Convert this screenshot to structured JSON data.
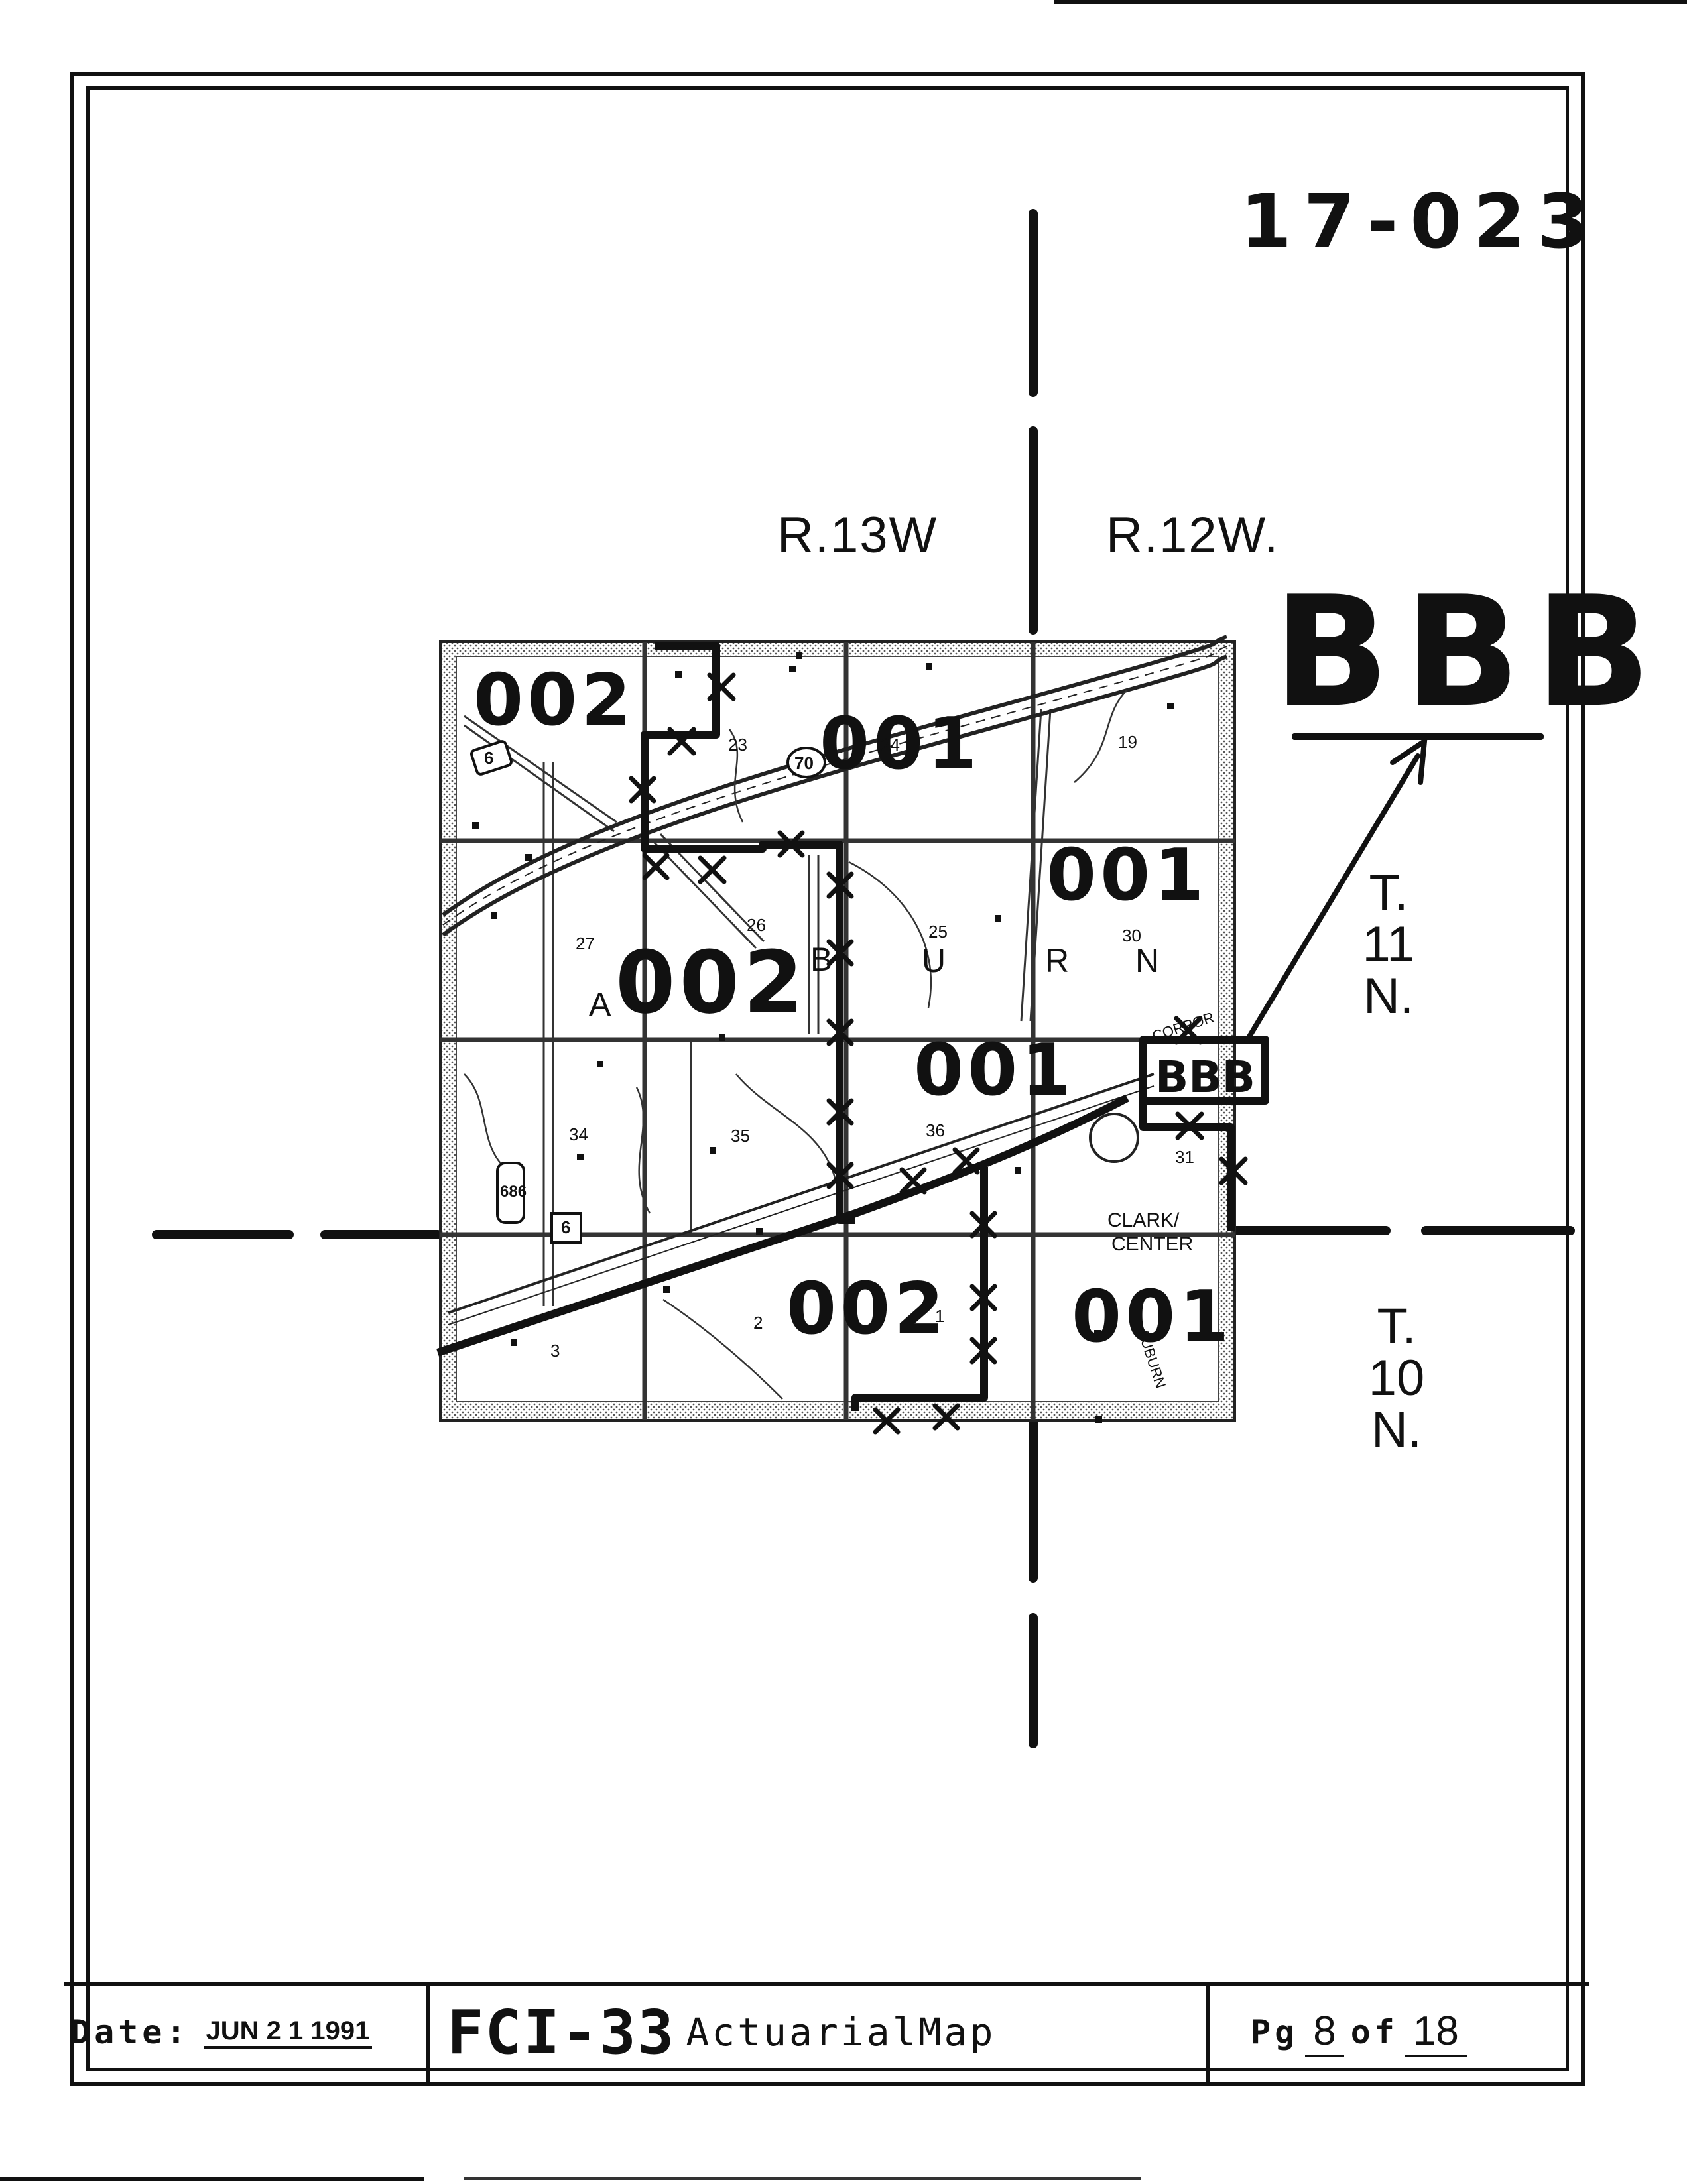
{
  "sheet_number": "17-023",
  "ranges": {
    "west": "R.13W",
    "east": "R.12W."
  },
  "townships": {
    "north": [
      "T.",
      "11",
      "N."
    ],
    "south": [
      "T.",
      "10",
      "N."
    ]
  },
  "area_label": "BBB",
  "map": {
    "zones": [
      {
        "code": "002"
      },
      {
        "code": "001"
      },
      {
        "code": "001"
      },
      {
        "code": "002"
      },
      {
        "code": "001"
      },
      {
        "code": "BBB"
      },
      {
        "code": "002"
      },
      {
        "code": "001"
      }
    ],
    "township_letters": [
      "A",
      "B",
      "U",
      "R",
      "N"
    ],
    "sections": [
      "23",
      "24",
      "19",
      "27",
      "26",
      "25",
      "30",
      "34",
      "35",
      "36",
      "31",
      "3",
      "2",
      "1"
    ],
    "routes": [
      "70",
      "6",
      "686",
      "6"
    ],
    "place_names": [
      "CLARK/",
      "CENTER",
      "CORPOR",
      "AUBURN"
    ]
  },
  "title_block": {
    "date_label": "Date:",
    "date_value": "JUN 2 1 1991",
    "form_number": "FCI-33",
    "document_title": "ActuarialMap",
    "page_prefix": "Pg",
    "page_number": "8",
    "page_separator": "of",
    "page_total": "18"
  }
}
